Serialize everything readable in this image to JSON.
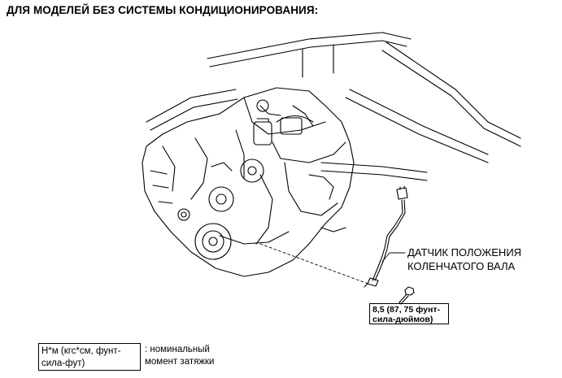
{
  "heading": "ДЛЯ МОДЕЛЕЙ БЕЗ СИСТЕМЫ КОНДИЦИОНИРОВАНИЯ:",
  "sensor_label": {
    "line1": "ДАТЧИК ПОЛОЖЕНИЯ",
    "line2": "КОЛЕНЧАТОГО ВАЛА"
  },
  "torque": {
    "line1": "8,5 (87, 75 фунт-",
    "line2": "сила-дюймов)"
  },
  "legend": {
    "box_line1": "Н*м (кгс*см, фунт-",
    "box_line2": "сила-фут)",
    "desc_line1": ": номинальный",
    "desc_line2": "момент затяжки"
  }
}
